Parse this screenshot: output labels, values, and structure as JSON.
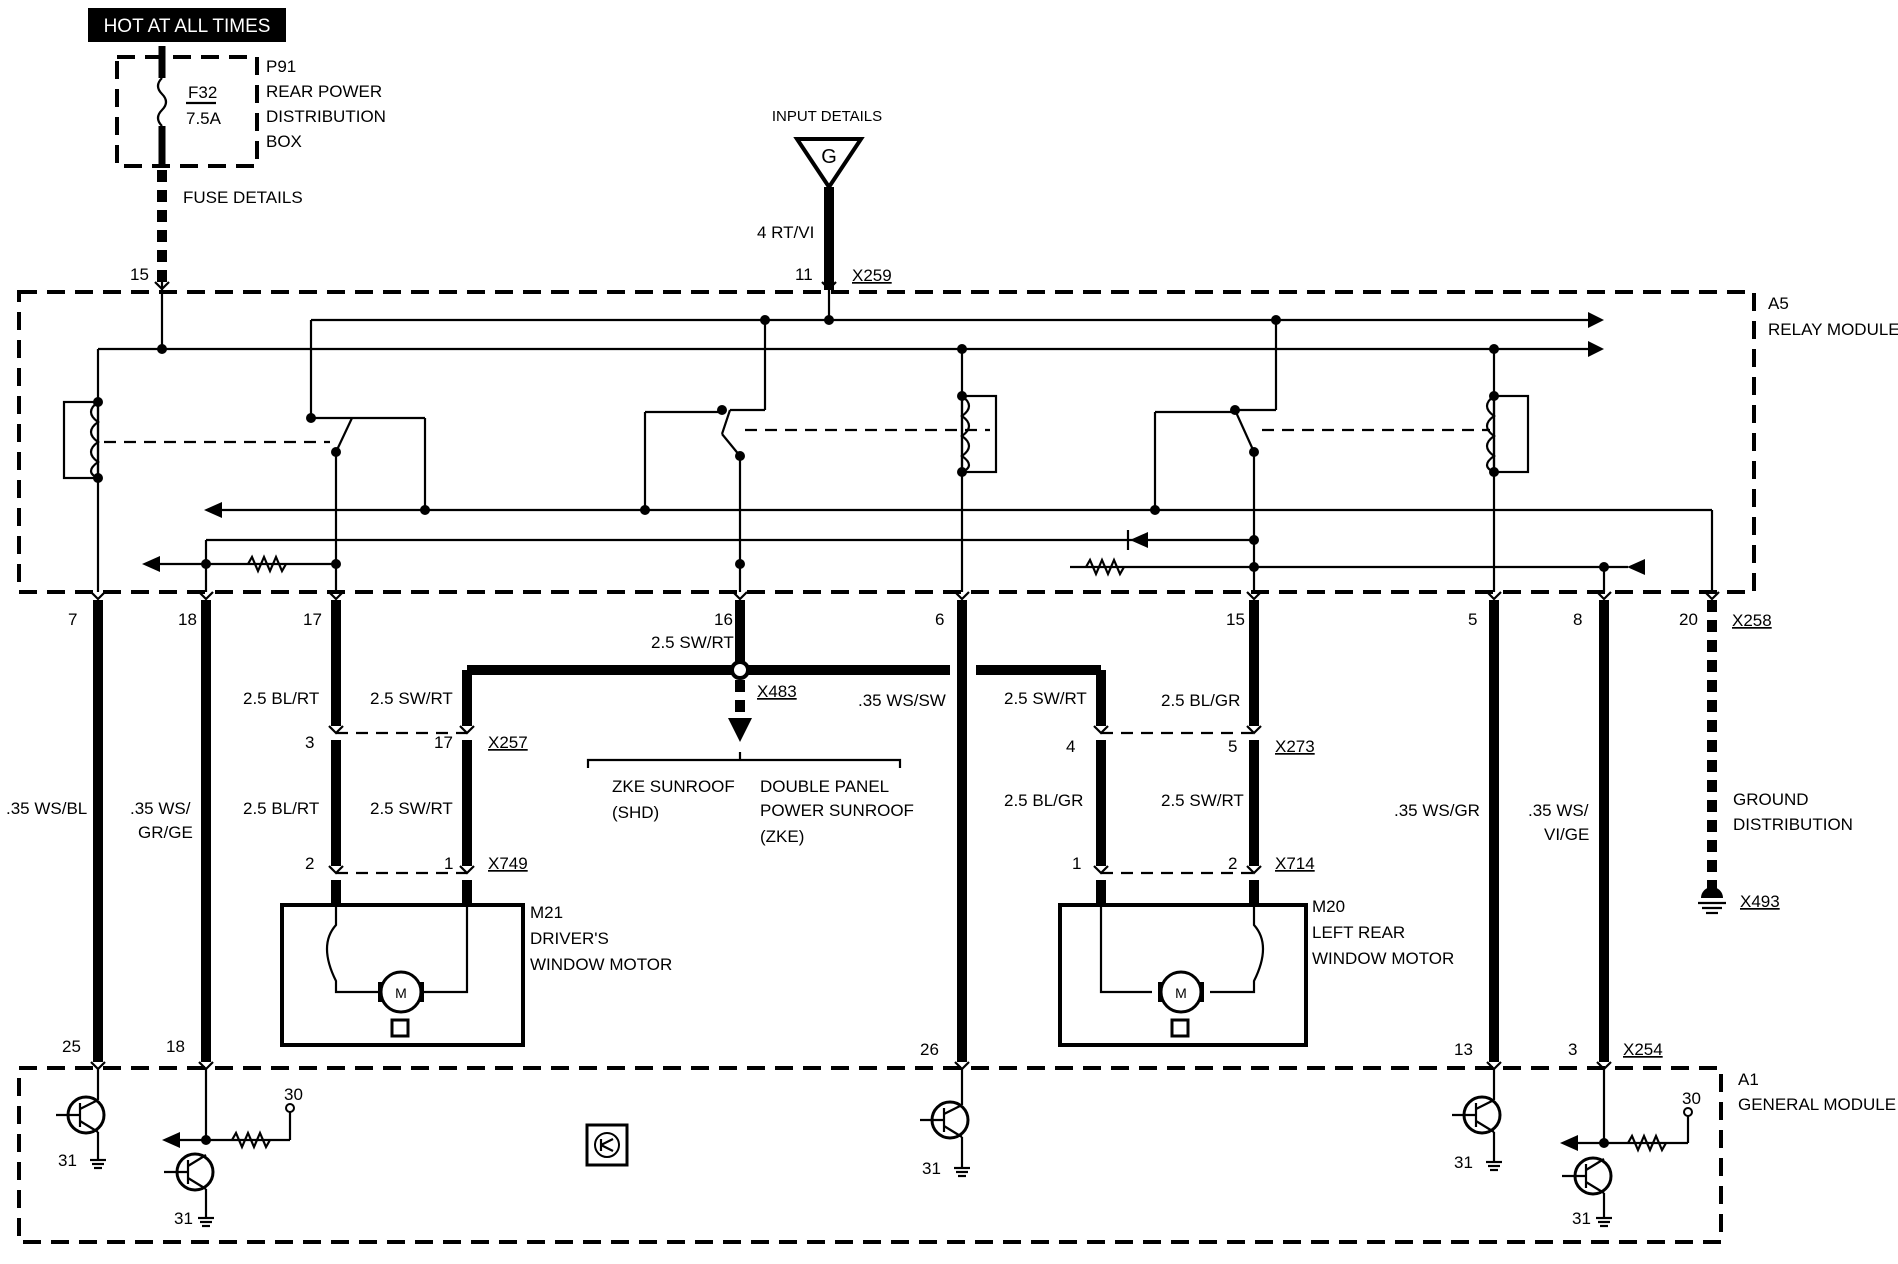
{
  "header": {
    "badge": "HOT AT ALL TIMES",
    "badge_bg": "#000000"
  },
  "fuse": {
    "id": "F32",
    "rating": "7.5A",
    "box_id": "P91",
    "box_line1": "REAR POWER",
    "box_line2": "DISTRIBUTION",
    "box_line3": "BOX",
    "details": "FUSE DETAILS"
  },
  "input": {
    "title": "INPUT DETAILS",
    "symbol": "G",
    "wire": "4 RT/VI"
  },
  "relay_module": {
    "id": "A5",
    "name": "RELAY MODULE",
    "connector": "X259",
    "connector2": "X258",
    "pins_top": [
      "15",
      "11"
    ],
    "pins_bottom": [
      "7",
      "18",
      "17",
      "16",
      "6",
      "15",
      "5",
      "8",
      "20"
    ]
  },
  "wires": {
    "w7": ".35 WS/BL",
    "w18_a": ".35 WS/",
    "w18_b": "GR/GE",
    "w17": "2.5 BL/RT",
    "w17b": "2.5 BL/RT",
    "w16": "2.5 SW/RT",
    "w_sw_left": "2.5 SW/RT",
    "w_sw_left2": "2.5 SW/RT",
    "w6": ".35 WS/SW",
    "w_sw_right": "2.5 SW/RT",
    "w15": "2.5 BL/GR",
    "w_blgr": "2.5 BL/GR",
    "w_swrt_r": "2.5 SW/RT",
    "w5": ".35 WS/GR",
    "w8_a": ".35 WS/",
    "w8_b": "VI/GE"
  },
  "splice": {
    "id": "X483"
  },
  "sunroof": {
    "left_line1": "ZKE SUNROOF",
    "left_line2": "(SHD)",
    "right_line1": "DOUBLE PANEL",
    "right_line2": "POWER SUNROOF",
    "right_line3": "(ZKE)"
  },
  "connectors": {
    "x257": "X257",
    "x257_pin_a": "3",
    "x257_pin_b": "17",
    "x749": "X749",
    "x749_pin_a": "2",
    "x749_pin_b": "1",
    "x273": "X273",
    "x273_pin_a": "4",
    "x273_pin_b": "5",
    "x714": "X714",
    "x714_pin_a": "1",
    "x714_pin_b": "2"
  },
  "motors": {
    "m21_id": "M21",
    "m21_line1": "DRIVER'S",
    "m21_line2": "WINDOW MOTOR",
    "m20_id": "M20",
    "m20_line1": "LEFT REAR",
    "m20_line2": "WINDOW MOTOR",
    "motor_symbol": "M"
  },
  "ground": {
    "line1": "GROUND",
    "line2": "DISTRIBUTION",
    "id": "X493"
  },
  "general_module": {
    "id": "A1",
    "name": "GENERAL MODULE",
    "connector": "X254",
    "pins": [
      "25",
      "18",
      "26",
      "13",
      "3"
    ],
    "ground_label": "31",
    "supply_label": "30"
  }
}
